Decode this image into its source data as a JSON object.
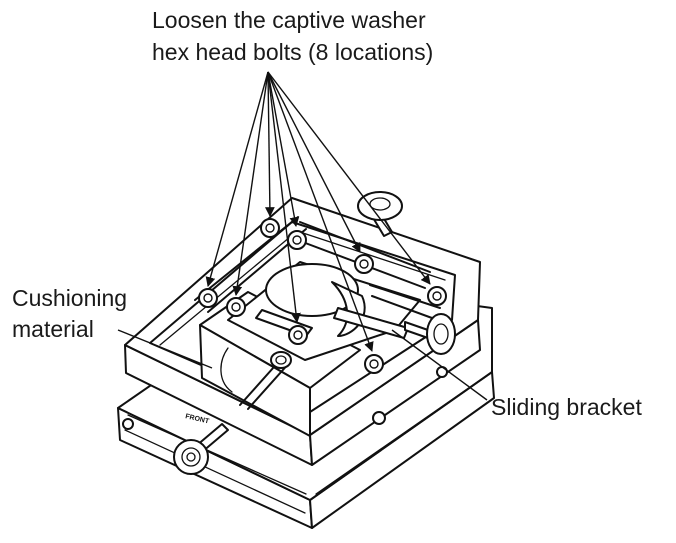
{
  "callouts": {
    "bolts_line1": "Loosen the captive washer",
    "bolts_line2": "hex head bolts (8 locations)",
    "cushion_line1": "Cushioning",
    "cushion_line2": "material",
    "bracket": "Sliding bracket"
  },
  "device": {
    "front_marking": "FRONT"
  }
}
